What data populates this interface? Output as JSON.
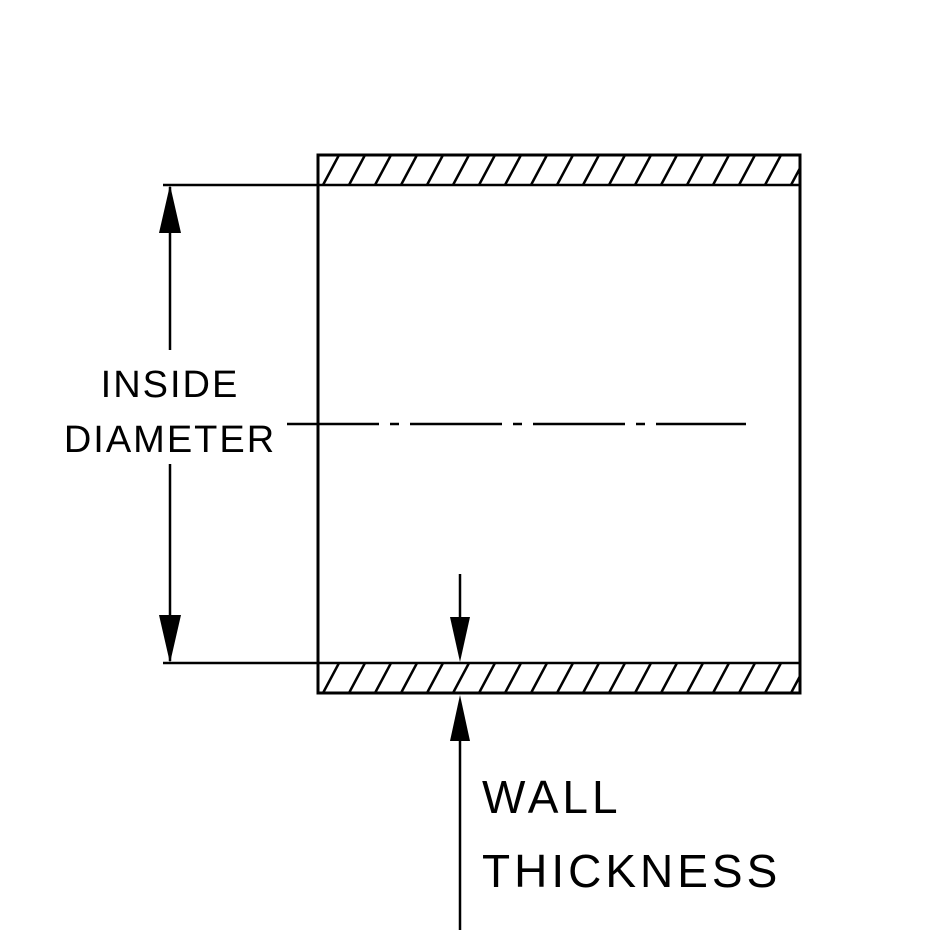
{
  "diagram": {
    "type": "technical-cross-section",
    "labels": {
      "inside_diameter": {
        "line1": "INSIDE",
        "line2": "DIAMETER"
      },
      "wall_thickness": {
        "line1": "WALL",
        "line2": "THICKNESS"
      }
    },
    "colors": {
      "line": "#000000",
      "background": "#ffffff"
    }
  }
}
